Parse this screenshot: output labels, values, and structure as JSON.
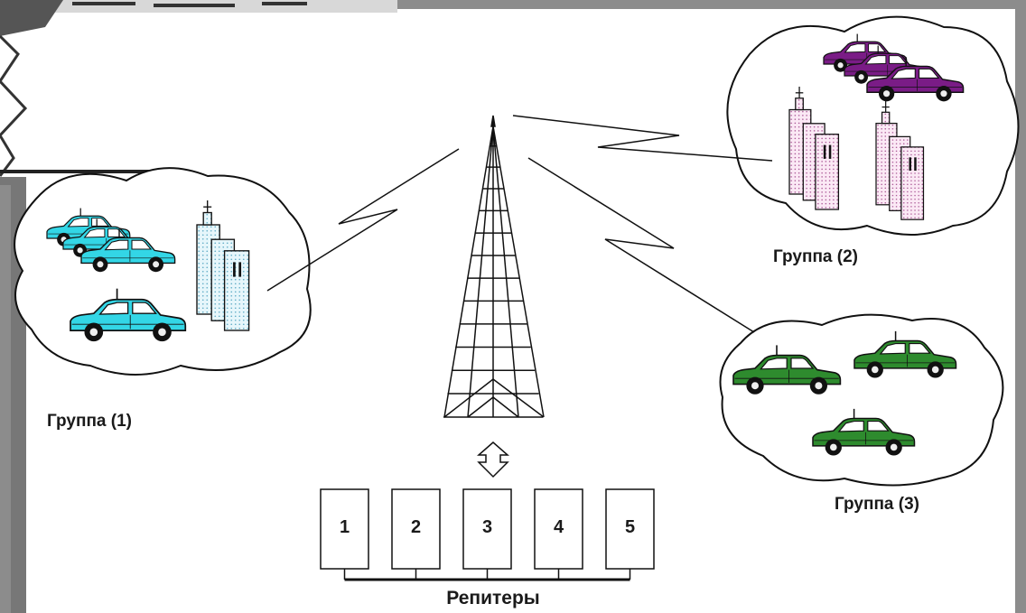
{
  "groups": [
    {
      "label": "Группа (1)"
    },
    {
      "label": "Группа (2)"
    },
    {
      "label": "Группа (3)"
    }
  ],
  "repeaters": {
    "title": "Репитеры",
    "items": [
      "1",
      "2",
      "3",
      "4",
      "5"
    ]
  },
  "colors": {
    "frame": "#8c8c8c",
    "paper": "#ffffff",
    "ink": "#1a1a1a",
    "cars_group1": "#33d6e6",
    "cars_group2": "#7a1c86",
    "cars_group3": "#2e8b2e",
    "buildings_group1": "#bfe7f0",
    "buildings_group2": "#f2d2ea"
  },
  "icons": [
    "antenna-tower-icon",
    "car-icon",
    "building-icon",
    "radio-link-icon",
    "double-arrow-icon"
  ]
}
